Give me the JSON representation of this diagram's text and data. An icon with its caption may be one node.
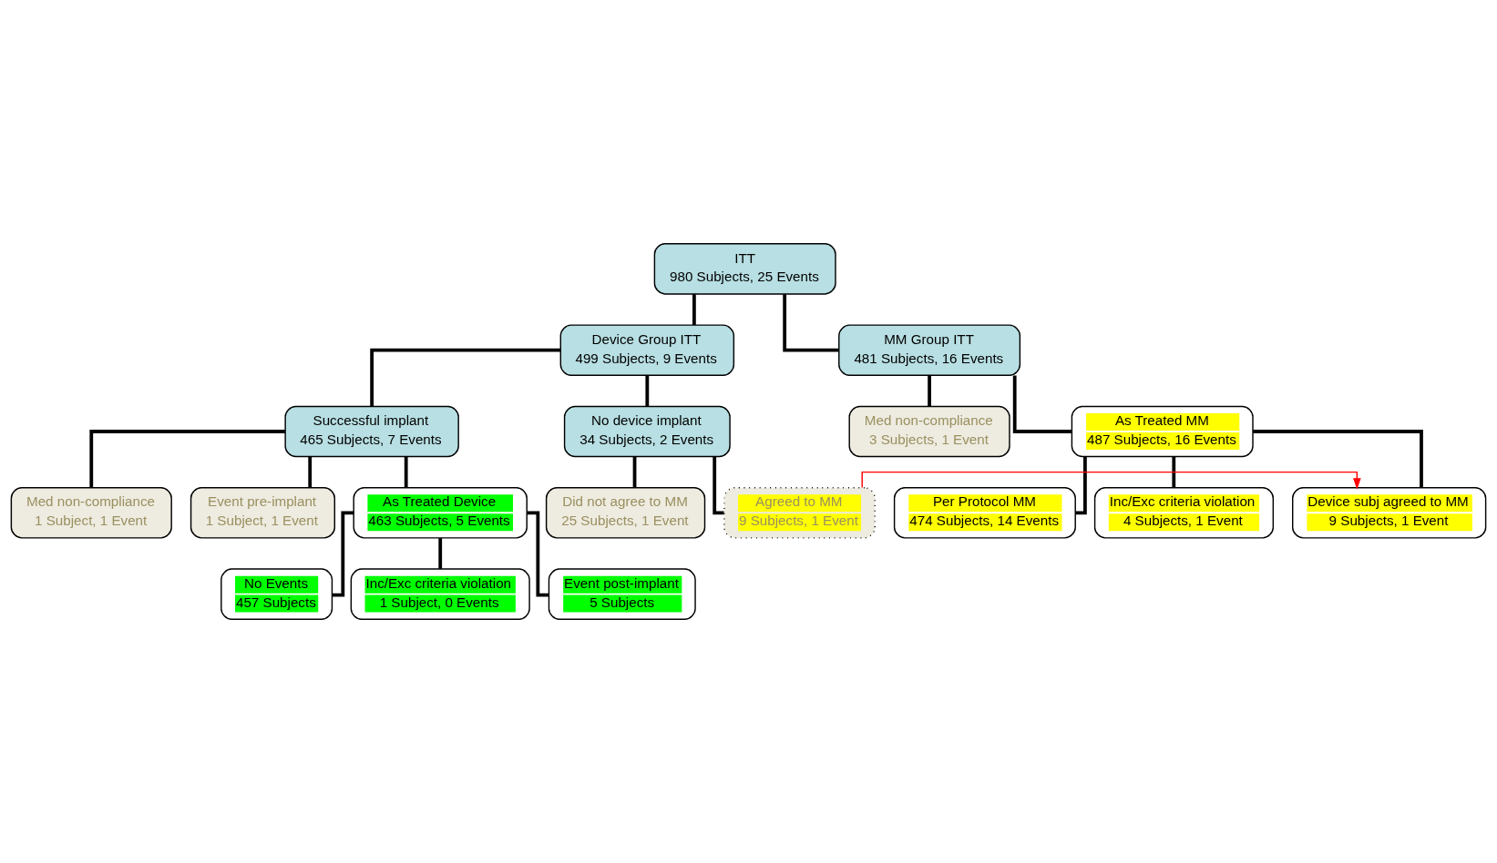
{
  "diagram": {
    "nodes": [
      {
        "text": [
          "ITT",
          "980 Subjects, 25 Events"
        ]
      },
      {
        "text": [
          "Device Group ITT",
          "499 Subjects, 9 Events"
        ]
      },
      {
        "text": [
          "MM Group ITT",
          "481 Subjects, 16 Events"
        ]
      },
      {
        "text": [
          "Successful implant",
          "465 Subjects, 7 Events"
        ]
      },
      {
        "text": [
          "No device implant",
          "34 Subjects, 2 Events"
        ]
      },
      {
        "text": [
          "Med non-compliance",
          "3 Subjects, 1 Event"
        ]
      },
      {
        "text": [
          "As Treated MM",
          "487 Subjects, 16 Events"
        ]
      },
      {
        "text": [
          "Med non-compliance",
          "1 Subject, 1 Event"
        ]
      },
      {
        "text": [
          "Did not agree to MM",
          "25 Subjects, 1 Event"
        ]
      },
      {
        "text": [
          "Agreed to MM",
          "9 Subjects, 1 Event"
        ]
      },
      {
        "text": [
          "Event pre-implant",
          "1 Subject, 1 Event"
        ]
      },
      {
        "text": [
          "Per Protocol MM",
          "474 Subjects, 14 Events"
        ]
      },
      {
        "text": [
          "As Treated Device",
          "463 Subjects, 5 Events"
        ]
      },
      {
        "text": [
          "Inc/Exc criteria violation",
          "4 Subjects, 1 Event"
        ]
      },
      {
        "text": [
          "Device subj agreed to MM",
          "9 Subjects, 1 Event"
        ]
      },
      {
        "text": [
          "No Events",
          "457 Subjects"
        ]
      },
      {
        "text": [
          "Inc/Exc criteria violation",
          "1 Subject, 0 Events"
        ]
      },
      {
        "text": [
          "Event post-implant",
          "5 Subjects"
        ]
      }
    ],
    "edges": [
      {
        "from": 0,
        "to": 1,
        "arrow": "none"
      },
      {
        "from": 0,
        "to": 2,
        "arrow": "none"
      },
      {
        "from": 1,
        "to": 3,
        "arrow": "none"
      },
      {
        "from": 1,
        "to": 4,
        "arrow": "none"
      },
      {
        "from": 2,
        "to": 5,
        "arrow": "none"
      },
      {
        "from": 2,
        "to": 6,
        "arrow": "none"
      },
      {
        "from": 3,
        "to": 7,
        "arrow": "none"
      },
      {
        "from": 3,
        "to": 10,
        "arrow": "none"
      },
      {
        "from": 3,
        "to": 12,
        "arrow": "none"
      },
      {
        "from": 4,
        "to": 8,
        "arrow": "none"
      },
      {
        "from": 4,
        "to": 9,
        "arrow": "none"
      },
      {
        "from": 6,
        "to": 11,
        "arrow": "none"
      },
      {
        "from": 6,
        "to": 13,
        "arrow": "none"
      },
      {
        "from": 6,
        "to": 14,
        "arrow": "none"
      },
      {
        "from": 12,
        "to": 15,
        "arrow": "none"
      },
      {
        "from": 12,
        "to": 16,
        "arrow": "none"
      },
      {
        "from": 12,
        "to": 17,
        "arrow": "none"
      },
      {
        "from": 9,
        "to": 14,
        "arrow": "to",
        "color": "#ff0000"
      }
    ]
  }
}
